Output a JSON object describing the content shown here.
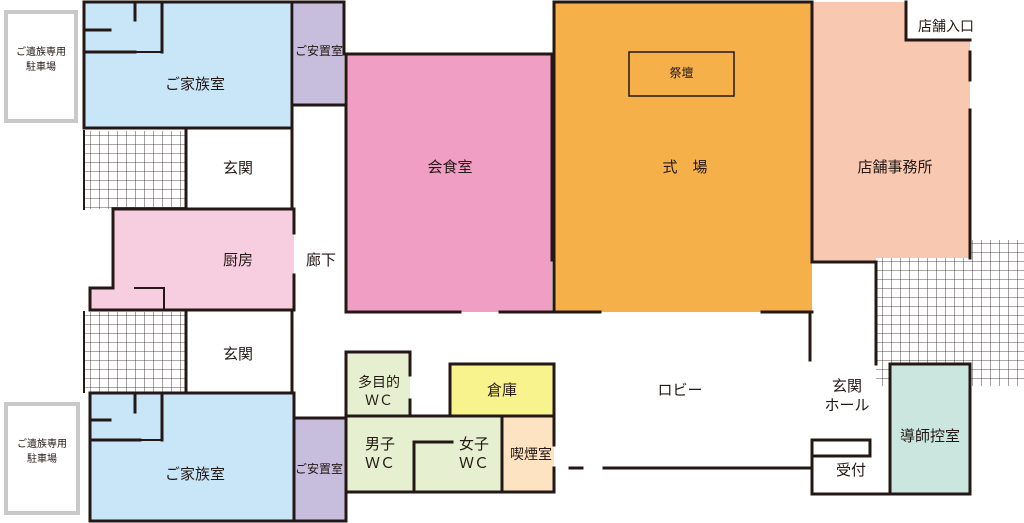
{
  "diagram": {
    "rooms": {
      "family_room_top": "ご家族室",
      "family_room_bottom": "ご家族室",
      "rest_room_top": "ご安置室",
      "rest_room_bottom": "ご安置室",
      "entrance_top": "玄関",
      "entrance_mid": "玄関",
      "kitchen": "厨房",
      "corridor": "廊下",
      "dining_hall": "会食室",
      "ceremony_hall": "式　場",
      "altar": "祭壇",
      "store_office": "店舗事務所",
      "store_entrance": "店舗入口",
      "lobby": "ロビー",
      "entrance_hall": "玄関\nホール",
      "officiant_room": "導師控室",
      "reception": "受付",
      "multipurpose_wc": "多目的\nＷＣ",
      "storage": "倉庫",
      "mens_wc": "男子\nＷＣ",
      "womens_wc": "女子\nＷＣ",
      "smoking_room": "喫煙室"
    },
    "parking": {
      "top": "ご遺族専用\n駐車場",
      "bottom": "ご遺族専用\n駐車場"
    }
  },
  "colors": {
    "family": "#c9e6f8",
    "rest": "#c7bedd",
    "kitchen": "#f7cde0",
    "dining": "#f09ec4",
    "ceremony": "#f5b04a",
    "office": "#f8c8b0",
    "officiant": "#cbe6df",
    "storage": "#f9f38e",
    "wc": "#e6efcf",
    "smoking": "#fde3c2",
    "wall": "#231815"
  }
}
